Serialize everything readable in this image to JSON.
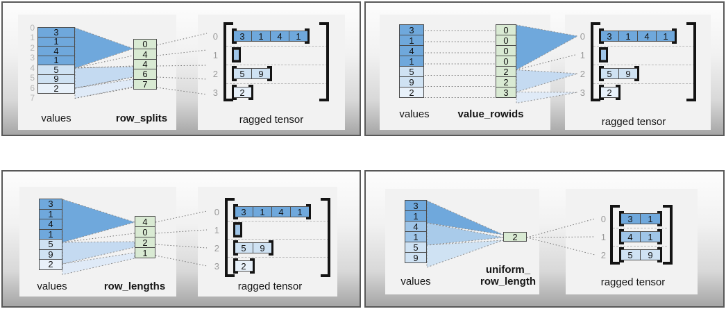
{
  "colors": {
    "cell_dark_blue": "#6fa8dc",
    "cell_mid_blue": "#9fc5e8",
    "cell_light_blue": "#cfe2f3",
    "cell_pale_blue": "#e8f1fa",
    "cell_green": "#d9ead3",
    "panel_border": "#585858"
  },
  "panels": [
    {
      "name": "row_splits",
      "values_label": "values",
      "method_label": "row_splits",
      "tensor_label": "ragged tensor",
      "value_indices": [
        "0",
        "1",
        "2",
        "3",
        "4",
        "5",
        "6",
        "7"
      ],
      "values": [
        "3",
        "1",
        "4",
        "1",
        "5",
        "9",
        "2"
      ],
      "method_cells": [
        "0",
        "4",
        "4",
        "6",
        "7"
      ],
      "tensor": {
        "row_labels": [
          "0",
          "1",
          "2",
          "3"
        ],
        "rows": [
          [
            "3",
            "1",
            "4",
            "1"
          ],
          [],
          [
            "5",
            "9"
          ],
          [
            "2"
          ]
        ]
      }
    },
    {
      "name": "value_rowids",
      "values_label": "values",
      "method_label": "value_rowids",
      "tensor_label": "ragged tensor",
      "values": [
        "3",
        "1",
        "4",
        "1",
        "5",
        "9",
        "2"
      ],
      "method_cells": [
        "0",
        "0",
        "0",
        "0",
        "2",
        "2",
        "3"
      ],
      "tensor": {
        "row_labels": [
          "0",
          "1",
          "2",
          "3"
        ],
        "rows": [
          [
            "3",
            "1",
            "4",
            "1"
          ],
          [],
          [
            "5",
            "9"
          ],
          [
            "2"
          ]
        ]
      }
    },
    {
      "name": "row_lengths",
      "values_label": "values",
      "method_label": "row_lengths",
      "tensor_label": "ragged tensor",
      "values": [
        "3",
        "1",
        "4",
        "1",
        "5",
        "9",
        "2"
      ],
      "method_cells": [
        "4",
        "0",
        "2",
        "1"
      ],
      "tensor": {
        "row_labels": [
          "0",
          "1",
          "2",
          "3"
        ],
        "rows": [
          [
            "3",
            "1",
            "4",
            "1"
          ],
          [],
          [
            "5",
            "9"
          ],
          [
            "2"
          ]
        ]
      }
    },
    {
      "name": "uniform_row_length",
      "values_label": "values",
      "method_label": "uniform_",
      "method_label2": "row_length",
      "tensor_label": "ragged tensor",
      "values": [
        "3",
        "1",
        "4",
        "1",
        "5",
        "9"
      ],
      "method_cells": [
        "2"
      ],
      "tensor": {
        "row_labels": [
          "0",
          "1",
          "2"
        ],
        "rows": [
          [
            "3",
            "1"
          ],
          [
            "4",
            "1"
          ],
          [
            "5",
            "9"
          ]
        ]
      }
    }
  ]
}
